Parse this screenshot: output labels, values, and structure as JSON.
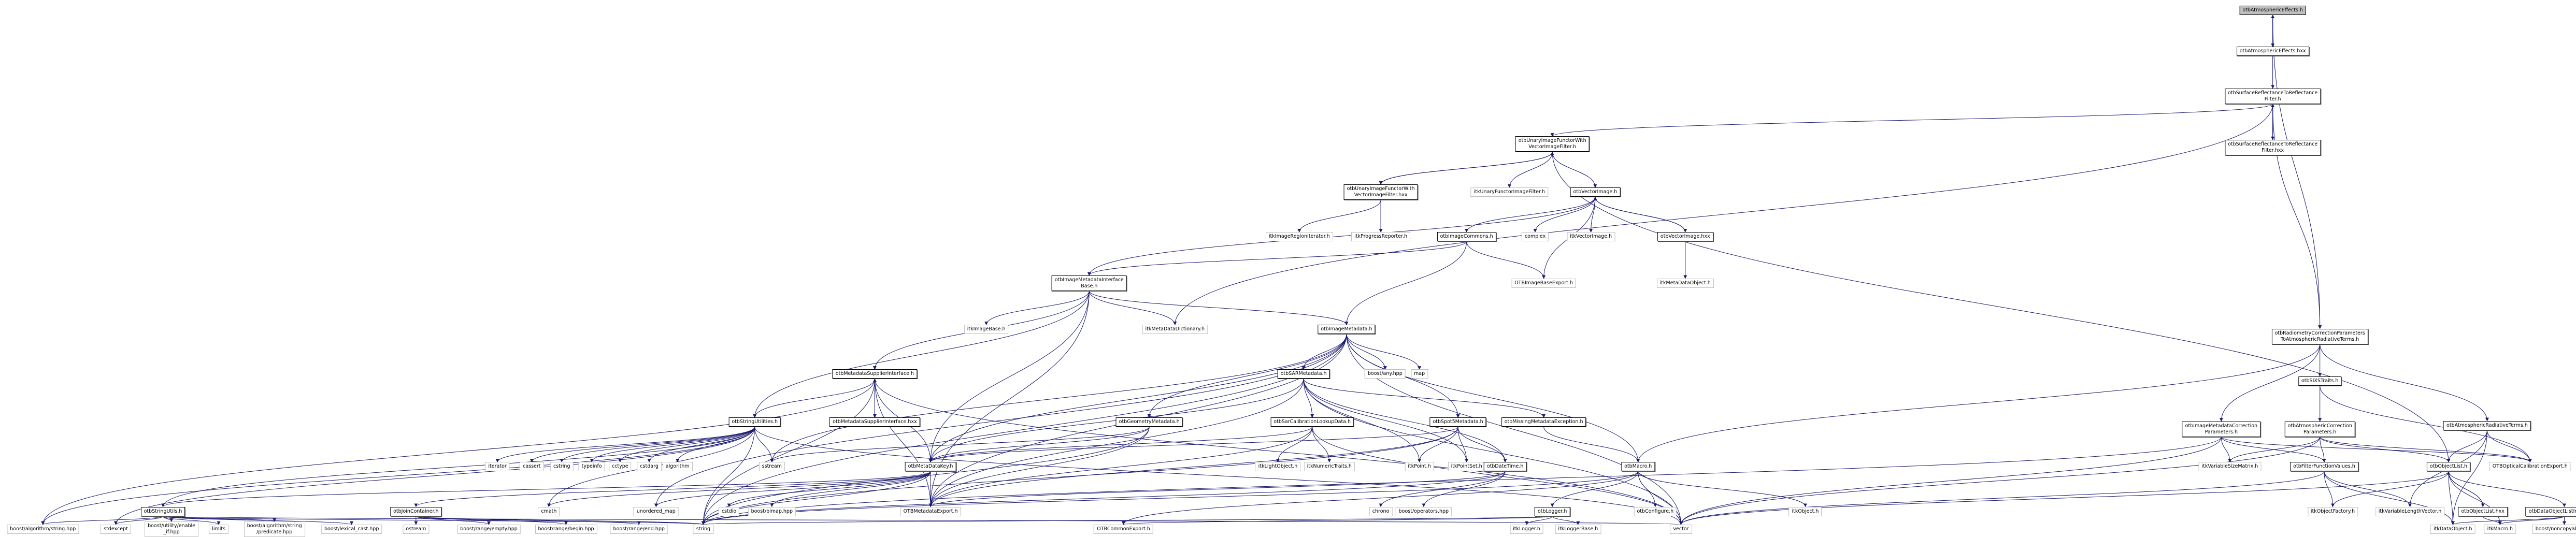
{
  "title": "otbAtmosphericEffects.h include dependency graph",
  "colors": {
    "edge": "#191970",
    "project_border": "#000000",
    "external_border": "#bfbfbf",
    "root_fill": "#bfbfbf"
  },
  "nodes": [
    {
      "id": "n0",
      "label": "otbAtmosphericEffects.h",
      "kind": "root"
    },
    {
      "id": "n1",
      "label": "otbAtmosphericEffects.hxx",
      "kind": "project"
    },
    {
      "id": "n2",
      "label": "otbSurfaceReflectanceToReflectance\nFilter.h",
      "kind": "project"
    },
    {
      "id": "n3",
      "label": "otbUnaryImageFunctorWith\nVectorImageFilter.h",
      "kind": "project"
    },
    {
      "id": "n4",
      "label": "otbSurfaceReflectanceToReflectance\nFilter.hxx",
      "kind": "project"
    },
    {
      "id": "n5",
      "label": "otbUnaryImageFunctorWith\nVectorImageFilter.hxx",
      "kind": "project"
    },
    {
      "id": "n6",
      "label": "itkUnaryFunctorImageFilter.h",
      "kind": "external"
    },
    {
      "id": "n7",
      "label": "otbVectorImage.h",
      "kind": "project"
    },
    {
      "id": "n8",
      "label": "itkImageRegionIterator.h",
      "kind": "external"
    },
    {
      "id": "n9",
      "label": "itkProgressReporter.h",
      "kind": "external"
    },
    {
      "id": "n10",
      "label": "otbImageCommons.h",
      "kind": "project"
    },
    {
      "id": "n11",
      "label": "complex",
      "kind": "external"
    },
    {
      "id": "n12",
      "label": "itkVectorImage.h",
      "kind": "external"
    },
    {
      "id": "n13",
      "label": "otbVectorImage.hxx",
      "kind": "project"
    },
    {
      "id": "n14",
      "label": "otbImageMetadataInterface\nBase.h",
      "kind": "project"
    },
    {
      "id": "n15",
      "label": "OTBImageBaseExport.h",
      "kind": "external"
    },
    {
      "id": "n16",
      "label": "itkMetaDataObject.h",
      "kind": "external"
    },
    {
      "id": "n17",
      "label": "itkImageBase.h",
      "kind": "external"
    },
    {
      "id": "n18",
      "label": "itkMetaDataDictionary.h",
      "kind": "external"
    },
    {
      "id": "n19",
      "label": "otbImageMetadata.h",
      "kind": "project"
    },
    {
      "id": "n20",
      "label": "otbRadiometryCorrectionParameters\nToAtmosphericRadiativeTerms.h",
      "kind": "project"
    },
    {
      "id": "n21",
      "label": "otbMetadataSupplierInterface.h",
      "kind": "project"
    },
    {
      "id": "n22",
      "label": "otbSARMetadata.h",
      "kind": "project"
    },
    {
      "id": "n23",
      "label": "boost/any.hpp",
      "kind": "external"
    },
    {
      "id": "n24",
      "label": "map",
      "kind": "external"
    },
    {
      "id": "n25",
      "label": "otbSIXSTraits.h",
      "kind": "project"
    },
    {
      "id": "n26",
      "label": "otbStringUtilities.h",
      "kind": "project"
    },
    {
      "id": "n27",
      "label": "otbMetadataSupplierInterface.hxx",
      "kind": "project"
    },
    {
      "id": "n28",
      "label": "otbGeometryMetadata.h",
      "kind": "project"
    },
    {
      "id": "n29",
      "label": "otbSarCalibrationLookupData.h",
      "kind": "project"
    },
    {
      "id": "n30",
      "label": "otbSpot5Metadata.h",
      "kind": "project"
    },
    {
      "id": "n31",
      "label": "otbMissingMetadataException.h",
      "kind": "project"
    },
    {
      "id": "n32",
      "label": "otbImageMetadataCorrection\nParameters.h",
      "kind": "project"
    },
    {
      "id": "n33",
      "label": "otbAtmosphericCorrection\nParameters.h",
      "kind": "project"
    },
    {
      "id": "n34",
      "label": "otbAtmosphericRadiativeTerms.h",
      "kind": "project"
    },
    {
      "id": "n35",
      "label": "iterator",
      "kind": "external"
    },
    {
      "id": "n36",
      "label": "cassert",
      "kind": "external"
    },
    {
      "id": "n37",
      "label": "cstring",
      "kind": "external"
    },
    {
      "id": "n38",
      "label": "typeinfo",
      "kind": "external"
    },
    {
      "id": "n39",
      "label": "cctype",
      "kind": "external"
    },
    {
      "id": "n40",
      "label": "cstdarg",
      "kind": "external"
    },
    {
      "id": "n41",
      "label": "algorithm",
      "kind": "external"
    },
    {
      "id": "n42",
      "label": "sstream",
      "kind": "external"
    },
    {
      "id": "n43",
      "label": "otbMetaDataKey.h",
      "kind": "project"
    },
    {
      "id": "n44",
      "label": "itkLightObject.h",
      "kind": "external"
    },
    {
      "id": "n45",
      "label": "itkNumericTraits.h",
      "kind": "external"
    },
    {
      "id": "n46",
      "label": "itkPoint.h",
      "kind": "external"
    },
    {
      "id": "n47",
      "label": "itkPointSet.h",
      "kind": "external"
    },
    {
      "id": "n48",
      "label": "otbDateTime.h",
      "kind": "project"
    },
    {
      "id": "n49",
      "label": "otbMacro.h",
      "kind": "project"
    },
    {
      "id": "n50",
      "label": "itkVariableSizeMatrix.h",
      "kind": "external"
    },
    {
      "id": "n51",
      "label": "otbFilterFunctionValues.h",
      "kind": "project"
    },
    {
      "id": "n52",
      "label": "otbObjectList.h",
      "kind": "project"
    },
    {
      "id": "n53",
      "label": "OTBOpticalCalibrationExport.h",
      "kind": "external"
    },
    {
      "id": "n54",
      "label": "otbStringUtils.h",
      "kind": "project"
    },
    {
      "id": "n55",
      "label": "otbJoinContainer.h",
      "kind": "project"
    },
    {
      "id": "n56",
      "label": "cmath",
      "kind": "external"
    },
    {
      "id": "n57",
      "label": "unordered_map",
      "kind": "external"
    },
    {
      "id": "n58",
      "label": "cstdio",
      "kind": "external"
    },
    {
      "id": "n59",
      "label": "boost/bimap.hpp",
      "kind": "external"
    },
    {
      "id": "n60",
      "label": "OTBMetadataExport.h",
      "kind": "external"
    },
    {
      "id": "n61",
      "label": "chrono",
      "kind": "external"
    },
    {
      "id": "n62",
      "label": "boost/operators.hpp",
      "kind": "external"
    },
    {
      "id": "n63",
      "label": "otbLogger.h",
      "kind": "project"
    },
    {
      "id": "n64",
      "label": "otbConfigure.h",
      "kind": "external"
    },
    {
      "id": "n65",
      "label": "itkObject.h",
      "kind": "external"
    },
    {
      "id": "n66",
      "label": "itkObjectFactory.h",
      "kind": "external"
    },
    {
      "id": "n67",
      "label": "itkVariableLengthVector.h",
      "kind": "external"
    },
    {
      "id": "n68",
      "label": "otbObjectList.hxx",
      "kind": "project"
    },
    {
      "id": "n69",
      "label": "otbDataObjectListInterface.h",
      "kind": "project"
    },
    {
      "id": "n70",
      "label": "boost/algorithm/string.hpp",
      "kind": "external"
    },
    {
      "id": "n71",
      "label": "stdexcept",
      "kind": "external"
    },
    {
      "id": "n72",
      "label": "boost/utility/enable\n_if.hpp",
      "kind": "external"
    },
    {
      "id": "n73",
      "label": "limits",
      "kind": "external"
    },
    {
      "id": "n74",
      "label": "boost/algorithm/string\n/predicate.hpp",
      "kind": "external"
    },
    {
      "id": "n75",
      "label": "boost/lexical_cast.hpp",
      "kind": "external"
    },
    {
      "id": "n76",
      "label": "ostream",
      "kind": "external"
    },
    {
      "id": "n77",
      "label": "boost/range/empty.hpp",
      "kind": "external"
    },
    {
      "id": "n78",
      "label": "boost/range/begin.hpp",
      "kind": "external"
    },
    {
      "id": "n79",
      "label": "boost/range/end.hpp",
      "kind": "external"
    },
    {
      "id": "n80",
      "label": "string",
      "kind": "external"
    },
    {
      "id": "n81",
      "label": "OTBCommonExport.h",
      "kind": "external"
    },
    {
      "id": "n82",
      "label": "itkLogger.h",
      "kind": "external"
    },
    {
      "id": "n83",
      "label": "itkLoggerBase.h",
      "kind": "external"
    },
    {
      "id": "n84",
      "label": "vector",
      "kind": "external"
    },
    {
      "id": "n85",
      "label": "itkDataObject.h",
      "kind": "external"
    },
    {
      "id": "n86",
      "label": "itkMacro.h",
      "kind": "external"
    },
    {
      "id": "n87",
      "label": "boost/noncopyable.hpp",
      "kind": "external"
    }
  ],
  "edges": [
    [
      "n0",
      "n1"
    ],
    [
      "n1",
      "n0"
    ],
    [
      "n0",
      "n20"
    ],
    [
      "n1",
      "n2"
    ],
    [
      "n2",
      "n4"
    ],
    [
      "n4",
      "n2"
    ],
    [
      "n2",
      "n3"
    ],
    [
      "n2",
      "n20"
    ],
    [
      "n2",
      "n18"
    ],
    [
      "n3",
      "n5"
    ],
    [
      "n5",
      "n3"
    ],
    [
      "n3",
      "n6"
    ],
    [
      "n3",
      "n7"
    ],
    [
      "n3",
      "n52"
    ],
    [
      "n5",
      "n8"
    ],
    [
      "n5",
      "n9"
    ],
    [
      "n7",
      "n10"
    ],
    [
      "n7",
      "n11"
    ],
    [
      "n7",
      "n12"
    ],
    [
      "n7",
      "n13"
    ],
    [
      "n13",
      "n7"
    ],
    [
      "n7",
      "n15"
    ],
    [
      "n7",
      "n14"
    ],
    [
      "n13",
      "n16"
    ],
    [
      "n10",
      "n14"
    ],
    [
      "n10",
      "n15"
    ],
    [
      "n10",
      "n19"
    ],
    [
      "n14",
      "n17"
    ],
    [
      "n14",
      "n18"
    ],
    [
      "n14",
      "n19"
    ],
    [
      "n14",
      "n21"
    ],
    [
      "n14",
      "n43"
    ],
    [
      "n14",
      "n60"
    ],
    [
      "n14",
      "n26"
    ],
    [
      "n19",
      "n22"
    ],
    [
      "n19",
      "n23"
    ],
    [
      "n19",
      "n24"
    ],
    [
      "n19",
      "n28"
    ],
    [
      "n19",
      "n30"
    ],
    [
      "n19",
      "n43"
    ],
    [
      "n19",
      "n60"
    ],
    [
      "n19",
      "n49"
    ],
    [
      "n19",
      "n84"
    ],
    [
      "n19",
      "n80"
    ],
    [
      "n19",
      "n57"
    ],
    [
      "n19",
      "n42"
    ],
    [
      "n20",
      "n25"
    ],
    [
      "n20",
      "n32"
    ],
    [
      "n20",
      "n34"
    ],
    [
      "n20",
      "n49"
    ],
    [
      "n21",
      "n27"
    ],
    [
      "n27",
      "n21"
    ],
    [
      "n21",
      "n26"
    ],
    [
      "n21",
      "n43"
    ],
    [
      "n21",
      "n80"
    ],
    [
      "n21",
      "n60"
    ],
    [
      "n21",
      "n84"
    ],
    [
      "n21",
      "n70"
    ],
    [
      "n22",
      "n29"
    ],
    [
      "n22",
      "n43"
    ],
    [
      "n22",
      "n48"
    ],
    [
      "n22",
      "n47"
    ],
    [
      "n22",
      "n46"
    ],
    [
      "n22",
      "n31"
    ],
    [
      "n22",
      "n60"
    ],
    [
      "n22",
      "n84"
    ],
    [
      "n25",
      "n33"
    ],
    [
      "n25",
      "n53"
    ],
    [
      "n26",
      "n35"
    ],
    [
      "n26",
      "n36"
    ],
    [
      "n26",
      "n37"
    ],
    [
      "n26",
      "n38"
    ],
    [
      "n26",
      "n39"
    ],
    [
      "n26",
      "n40"
    ],
    [
      "n26",
      "n41"
    ],
    [
      "n26",
      "n42"
    ],
    [
      "n26",
      "n54"
    ],
    [
      "n26",
      "n56"
    ],
    [
      "n26",
      "n80"
    ],
    [
      "n26",
      "n84"
    ],
    [
      "n26",
      "n71"
    ],
    [
      "n26",
      "n70"
    ],
    [
      "n28",
      "n43"
    ],
    [
      "n28",
      "n42"
    ],
    [
      "n28",
      "n60"
    ],
    [
      "n28",
      "n80"
    ],
    [
      "n29",
      "n44"
    ],
    [
      "n29",
      "n45"
    ],
    [
      "n29",
      "n43"
    ],
    [
      "n29",
      "n60"
    ],
    [
      "n29",
      "n84"
    ],
    [
      "n30",
      "n46"
    ],
    [
      "n30",
      "n47"
    ],
    [
      "n30",
      "n48"
    ],
    [
      "n30",
      "n43"
    ],
    [
      "n30",
      "n60"
    ],
    [
      "n30",
      "n80"
    ],
    [
      "n31",
      "n49"
    ],
    [
      "n32",
      "n50"
    ],
    [
      "n32",
      "n51"
    ],
    [
      "n32",
      "n53"
    ],
    [
      "n32",
      "n84"
    ],
    [
      "n32",
      "n80"
    ],
    [
      "n33",
      "n51"
    ],
    [
      "n33",
      "n52"
    ],
    [
      "n33",
      "n53"
    ],
    [
      "n33",
      "n50"
    ],
    [
      "n33",
      "n84"
    ],
    [
      "n34",
      "n52"
    ],
    [
      "n34",
      "n53"
    ],
    [
      "n34",
      "n67"
    ],
    [
      "n34",
      "n85"
    ],
    [
      "n43",
      "n56"
    ],
    [
      "n43",
      "n57"
    ],
    [
      "n43",
      "n58"
    ],
    [
      "n43",
      "n59"
    ],
    [
      "n43",
      "n60"
    ],
    [
      "n43",
      "n80"
    ],
    [
      "n43",
      "n55"
    ],
    [
      "n43",
      "n54"
    ],
    [
      "n48",
      "n61"
    ],
    [
      "n48",
      "n62"
    ],
    [
      "n48",
      "n60"
    ],
    [
      "n48",
      "n80"
    ],
    [
      "n49",
      "n63"
    ],
    [
      "n49",
      "n64"
    ],
    [
      "n49",
      "n65"
    ],
    [
      "n49",
      "n80"
    ],
    [
      "n49",
      "n84"
    ],
    [
      "n49",
      "n81"
    ],
    [
      "n51",
      "n66"
    ],
    [
      "n51",
      "n67"
    ],
    [
      "n51",
      "n84"
    ],
    [
      "n51",
      "n85"
    ],
    [
      "n52",
      "n68"
    ],
    [
      "n68",
      "n52"
    ],
    [
      "n52",
      "n69"
    ],
    [
      "n52",
      "n85"
    ],
    [
      "n52",
      "n86"
    ],
    [
      "n52",
      "n84"
    ],
    [
      "n52",
      "n66"
    ],
    [
      "n54",
      "n70"
    ],
    [
      "n54",
      "n71"
    ],
    [
      "n54",
      "n72"
    ],
    [
      "n54",
      "n73"
    ],
    [
      "n54",
      "n74"
    ],
    [
      "n54",
      "n75"
    ],
    [
      "n54",
      "n80"
    ],
    [
      "n54",
      "n84"
    ],
    [
      "n55",
      "n76"
    ],
    [
      "n55",
      "n77"
    ],
    [
      "n55",
      "n78"
    ],
    [
      "n55",
      "n79"
    ],
    [
      "n55",
      "n80"
    ],
    [
      "n63",
      "n82"
    ],
    [
      "n63",
      "n83"
    ],
    [
      "n63",
      "n81"
    ],
    [
      "n63",
      "n80"
    ],
    [
      "n68",
      "n86"
    ],
    [
      "n69",
      "n85"
    ],
    [
      "n69",
      "n87"
    ],
    [
      "n69",
      "n86"
    ]
  ]
}
